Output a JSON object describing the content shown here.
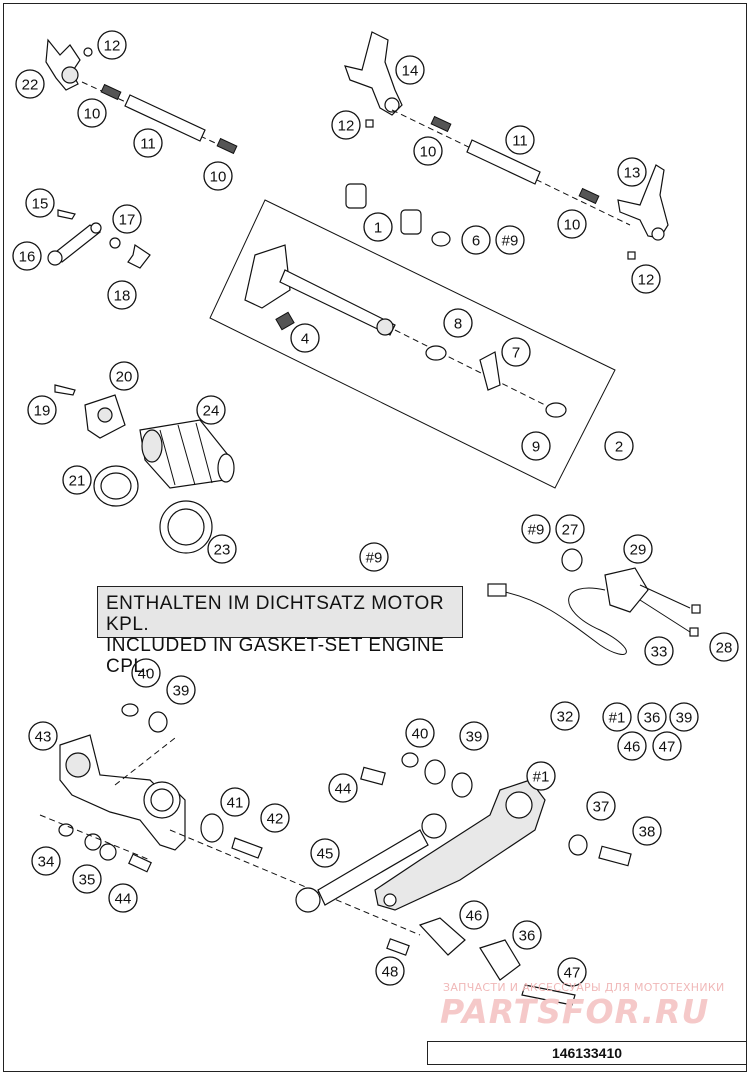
{
  "note": {
    "line1": "ENTHALTEN IM DICHTSATZ MOTOR KPL.",
    "line2": "INCLUDED IN GASKET-SET ENGINE CPL."
  },
  "doc_number": "146133410",
  "watermark": {
    "small": "ЗАПЧАСТИ И АКСЕССУАРЫ ДЛЯ МОТОТЕХНИКИ",
    "big": "PARTSFOR.RU"
  },
  "callouts": [
    "12",
    "22",
    "10",
    "11",
    "10",
    "14",
    "12",
    "10",
    "11",
    "13",
    "10",
    "12",
    "15",
    "17",
    "16",
    "18",
    "1",
    "6",
    "#9",
    "8",
    "4",
    "7",
    "20",
    "19",
    "24",
    "9",
    "2",
    "21",
    "23",
    "#9",
    "27",
    "29",
    "#9",
    "28",
    "33",
    "40",
    "39",
    "43",
    "41",
    "42",
    "34",
    "35",
    "44",
    "32",
    "#1",
    "36",
    "39",
    "46",
    "47",
    "40",
    "39",
    "44",
    "#1",
    "37",
    "38",
    "45",
    "46",
    "36",
    "48",
    "47"
  ]
}
